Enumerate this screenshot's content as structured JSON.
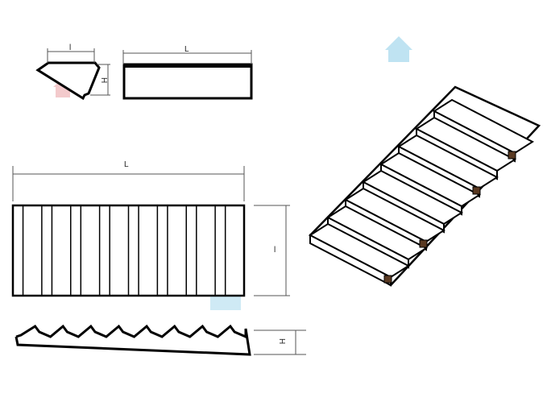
{
  "section": {
    "width_label": "l",
    "height_label": "H"
  },
  "side_view": {
    "length_label": "L"
  },
  "plan": {
    "length_label": "L",
    "width_label": "l",
    "steps": 8
  },
  "profile": {
    "height_label": "H"
  },
  "isometric": {
    "steps": 8
  },
  "colors": {
    "line": "#000000",
    "insert": "#5a3a22",
    "watermark_blue": "#bfe3f2",
    "watermark_red": "#f2c4c6"
  }
}
